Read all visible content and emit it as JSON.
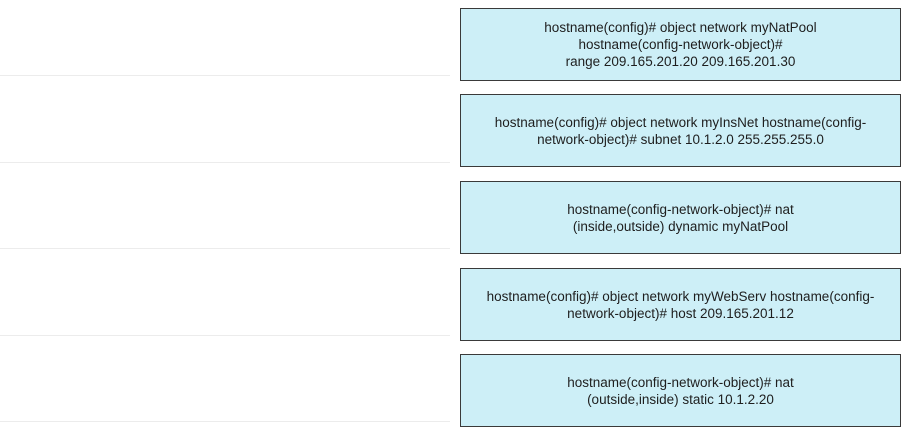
{
  "colors": {
    "item_background": "#cdeff7",
    "item_border": "#3a3a3a",
    "slot_divider": "#ececec"
  },
  "items": [
    {
      "text": "hostname(config)# object network myNatPool\nhostname(config-network-object)#\nrange 209.165.201.20 209.165.201.30"
    },
    {
      "text": "hostname(config)# object network myInsNet hostname(config-\nnetwork-object)# subnet 10.1.2.0 255.255.255.0"
    },
    {
      "text": "hostname(config-network-object)# nat\n(inside,outside) dynamic myNatPool"
    },
    {
      "text": "hostname(config)# object network myWebServ hostname(config-\nnetwork-object)# host 209.165.201.12"
    },
    {
      "text": "hostname(config-network-object)# nat\n(outside,inside) static 10.1.2.20"
    }
  ]
}
